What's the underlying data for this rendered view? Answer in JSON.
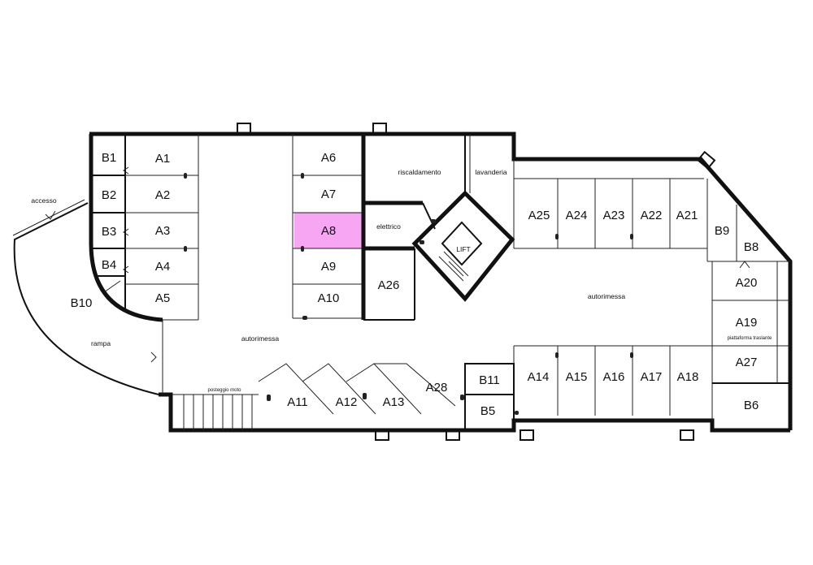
{
  "spaces": {
    "a1": "A1",
    "a2": "A2",
    "a3": "A3",
    "a4": "A4",
    "a5": "A5",
    "a6": "A6",
    "a7": "A7",
    "a8": "A8",
    "a9": "A9",
    "a10": "A10",
    "a11": "A11",
    "a12": "A12",
    "a13": "A13",
    "a14": "A14",
    "a15": "A15",
    "a16": "A16",
    "a17": "A17",
    "a18": "A18",
    "a19": "A19",
    "a20": "A20",
    "a21": "A21",
    "a22": "A22",
    "a23": "A23",
    "a24": "A24",
    "a25": "A25",
    "a26": "A26",
    "a27": "A27",
    "a28": "A28",
    "b1": "B1",
    "b2": "B2",
    "b3": "B3",
    "b4": "B4",
    "b5": "B5",
    "b6": "B6",
    "b8": "B8",
    "b9": "B9",
    "b10": "B10",
    "b11": "B11"
  },
  "rooms": {
    "riscaldamento": "riscaldamento",
    "lavanderia": "lavanderia",
    "elettrico": "elettrico",
    "lift": "LIFT",
    "autorimessa_left": "autorimessa",
    "autorimessa_right": "autorimessa",
    "rampa": "rampa",
    "accesso": "accesso",
    "posteggio_moto": "posteggio moto",
    "piattaforma_traslante": "piattaforma traslante"
  },
  "highlight": {
    "space": "A8",
    "color": "#f6a6f2"
  }
}
